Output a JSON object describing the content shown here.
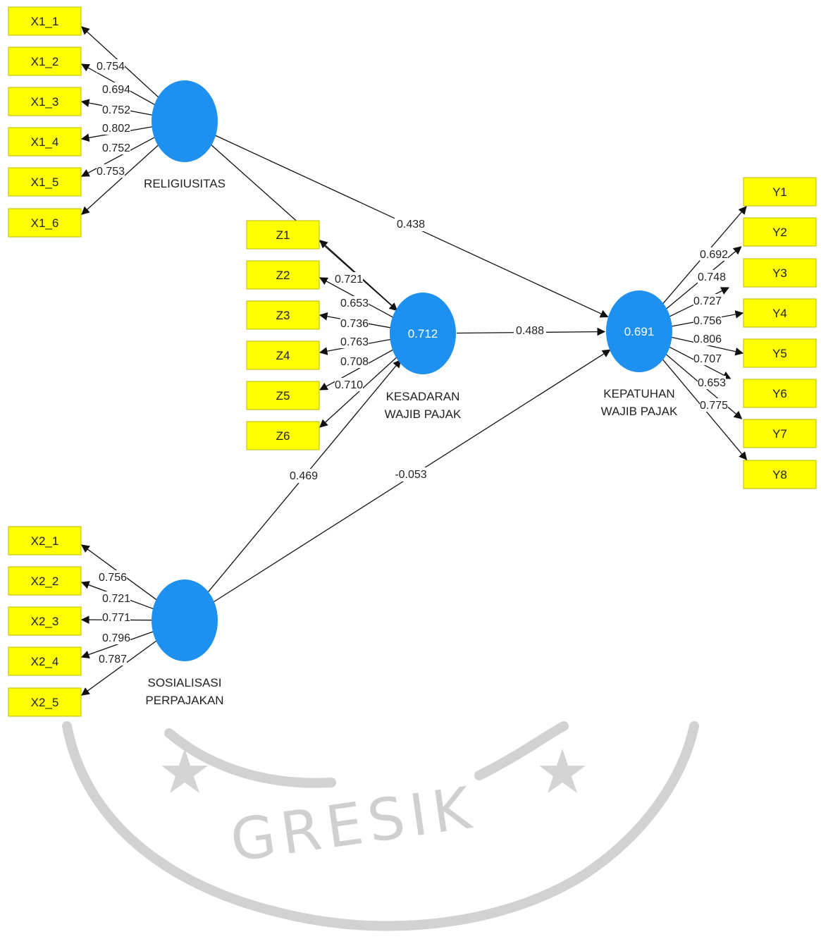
{
  "latent_variables": [
    {
      "id": "rel",
      "name_lines": [
        "RELIGIUSITAS"
      ],
      "r2": ""
    },
    {
      "id": "sos",
      "name_lines": [
        "SOSIALISASI",
        "PERPAJAKAN"
      ],
      "r2": ""
    },
    {
      "id": "kes",
      "name_lines": [
        "KESADARAN",
        "WAJIB PAJAK"
      ],
      "r2": "0.712"
    },
    {
      "id": "kep",
      "name_lines": [
        "KEPATUHAN",
        "WAJIB PAJAK"
      ],
      "r2": "0.691"
    }
  ],
  "indicator_groups": [
    {
      "latent": "rel",
      "indicators": [
        {
          "label": "X1_1",
          "loading": "0.754"
        },
        {
          "label": "X1_2",
          "loading": "0.694"
        },
        {
          "label": "X1_3",
          "loading": "0.752"
        },
        {
          "label": "X1_4",
          "loading": "0.802"
        },
        {
          "label": "X1_5",
          "loading": "0.752"
        },
        {
          "label": "X1_6",
          "loading": "0.753"
        }
      ]
    },
    {
      "latent": "kes",
      "indicators": [
        {
          "label": "Z1",
          "loading": "0.721"
        },
        {
          "label": "Z2",
          "loading": "0.653"
        },
        {
          "label": "Z3",
          "loading": "0.736"
        },
        {
          "label": "Z4",
          "loading": "0.763"
        },
        {
          "label": "Z5",
          "loading": "0.708"
        },
        {
          "label": "Z6",
          "loading": "0.710"
        }
      ]
    },
    {
      "latent": "sos",
      "indicators": [
        {
          "label": "X2_1",
          "loading": "0.756"
        },
        {
          "label": "X2_2",
          "loading": "0.721"
        },
        {
          "label": "X2_3",
          "loading": "0.771"
        },
        {
          "label": "X2_4",
          "loading": "0.796"
        },
        {
          "label": "X2_5",
          "loading": "0.787"
        }
      ]
    },
    {
      "latent": "kep",
      "indicators": [
        {
          "label": "Y1",
          "loading": "0.692"
        },
        {
          "label": "Y2",
          "loading": "0.748"
        },
        {
          "label": "Y3",
          "loading": "0.727"
        },
        {
          "label": "Y4",
          "loading": "0.756"
        },
        {
          "label": "Y5",
          "loading": "0.806"
        },
        {
          "label": "Y6",
          "loading": "0.707"
        },
        {
          "label": "Y7",
          "loading": "0.653"
        },
        {
          "label": "Y8",
          "loading": "0.775"
        }
      ]
    }
  ],
  "paths": [
    {
      "from": "rel",
      "to": "kep",
      "coefficient": "0.438"
    },
    {
      "from": "kes",
      "to": "kep",
      "coefficient": "0.488"
    },
    {
      "from": "sos",
      "to": "kes",
      "coefficient": "0.469"
    },
    {
      "from": "sos",
      "to": "kep",
      "coefficient": "-0.053"
    },
    {
      "from": "rel",
      "to": "kes",
      "coefficient": ""
    }
  ],
  "colors": {
    "indicator_fill": "#ffff00",
    "latent_fill": "#1e90f0",
    "watermark": "#d2d2d2"
  },
  "watermark": {
    "text": "GRESIK"
  }
}
